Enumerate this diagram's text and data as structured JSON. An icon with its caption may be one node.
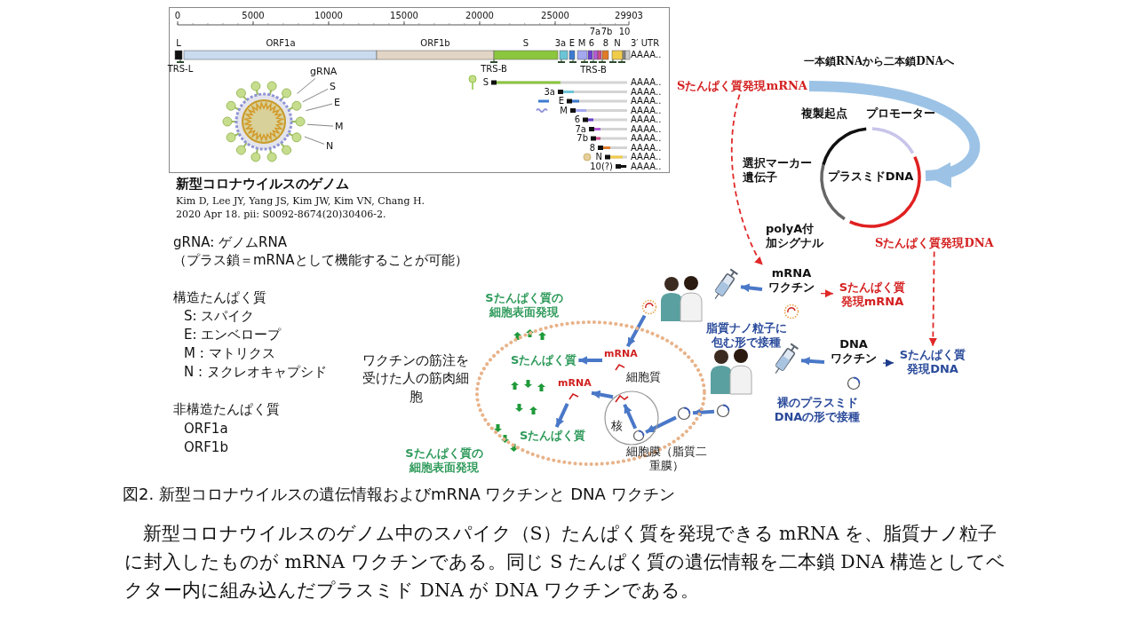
{
  "diagram": {
    "caption": "図2. 新型コロナウイルスの遺伝情報およびmRNA ワクチンと DNA ワクチン",
    "nodes": [
      {
        "text": [],
        "shape": "picture"
      },
      {
        "text": [
          "gRNA"
        ]
      },
      {
        "text": [
          "S"
        ]
      },
      {
        "text": [
          "E"
        ]
      },
      {
        "text": [
          "M"
        ]
      },
      {
        "text": [
          "N"
        ]
      },
      {
        "text": [
          "Sたんぱく質発現mRNA"
        ]
      },
      {
        "text": [
          "プラスミドDNA"
        ]
      },
      {
        "text": [
          "Sたんぱく質発現DNA"
        ]
      },
      {
        "text": [
          "mRNA ワクチン"
        ]
      },
      {
        "text": [
          "Sたんぱく質発現mRNA"
        ]
      },
      {
        "text": [],
        "shape": "picture"
      },
      {
        "text": [
          "DNA ワクチン"
        ]
      },
      {
        "text": [
          "Sたんぱく質発現DNA"
        ]
      },
      {
        "text": [],
        "shape": "picture"
      },
      {
        "text": [
          "細胞質",
          "細胞膜（脂質二重膜）"
        ]
      },
      {
        "text": [],
        "shape": "circle"
      },
      {
        "text": [
          "mRNA"
        ],
        "in": 15
      },
      {
        "text": [
          "Sたんぱく質"
        ],
        "in": 15
      },
      {
        "text": [],
        "shape": "circle"
      },
      {
        "text": [],
        "shape": "circle",
        "in": 15
      },
      {
        "text": [
          "核"
        ],
        "in": 15
      },
      {
        "text": [],
        "shape": "circle",
        "in": 21
      },
      {
        "text": [],
        "shape": "picture",
        "in": 21
      },
      {
        "text": [
          "mRNA"
        ],
        "in": 15
      },
      {
        "text": [
          "Sたんぱく質"
        ],
        "in": 15
      }
    ],
    "edges": [
      {
        "from": 1,
        "to": 0,
        "arrow": "none",
        "color": "#666666"
      },
      {
        "from": 2,
        "to": 0,
        "arrow": "none",
        "color": "#666666"
      },
      {
        "from": 3,
        "to": 0,
        "arrow": "none",
        "color": "#666666"
      },
      {
        "from": 4,
        "to": 0,
        "arrow": "none",
        "color": "#666666"
      },
      {
        "from": 5,
        "to": 0,
        "arrow": "none",
        "color": "#666666"
      },
      {
        "from": 6,
        "to": 9,
        "arrow": "to",
        "style": "dashed",
        "color": "#e02828"
      },
      {
        "from": 6,
        "to": 7,
        "arrow": "to",
        "label": "一本鎖RNAから二本鎖DNAへ",
        "style": "thick",
        "color": "#9cc3e6"
      },
      {
        "from": 8,
        "to": 13,
        "arrow": "to",
        "style": "dashed",
        "color": "#e02828"
      },
      {
        "from": 9,
        "to": 10,
        "arrow": "to",
        "color": "#e02828"
      },
      {
        "from": 9,
        "to": 11,
        "arrow": "to",
        "color": "#4a78c8"
      },
      {
        "from": 12,
        "to": 13,
        "arrow": "to",
        "color": "#1f3c8c"
      },
      {
        "from": 12,
        "to": 14,
        "arrow": "to",
        "color": "#4a78c8"
      },
      {
        "from": 16,
        "to": 17,
        "arrow": "to",
        "color": "#4a78c8"
      },
      {
        "from": 17,
        "to": 18,
        "arrow": "to",
        "color": "#4a78c8"
      },
      {
        "from": 19,
        "to": 20,
        "arrow": "to",
        "color": "#4a78c8"
      },
      {
        "from": 20,
        "to": 22,
        "arrow": "to",
        "color": "#4a78c8"
      },
      {
        "from": 22,
        "to": 23,
        "arrow": "to",
        "color": "#4a78c8"
      },
      {
        "from": 23,
        "to": 24,
        "arrow": "to",
        "color": "#4a78c8"
      },
      {
        "from": 24,
        "to": 25,
        "arrow": "to",
        "color": "#4a78c8"
      }
    ],
    "labels": [
      "0",
      "5000",
      "10000",
      "15000",
      "20000",
      "25000",
      "29903",
      "L",
      "ORF1a",
      "ORF1b",
      "S",
      "3a",
      "E",
      "M",
      "6",
      "7a",
      "7b",
      "8",
      "N",
      "10",
      "3′ UTR",
      "TRS-L",
      "TRS-B",
      "TRS-B",
      "S",
      "3a",
      "E",
      "M",
      "6",
      "7a",
      "7b",
      "8",
      "N",
      "10(?)",
      "AAAA..",
      "AAAA..",
      "AAAA..",
      "AAAA..",
      "AAAA..",
      "AAAA..",
      "AAAA..",
      "AAAA..",
      "AAAA..",
      "AAAA..",
      "AAAA..",
      "新型コロナウイルスのゲノム",
      "Kim D, Lee JY, Yang JS, Kim JW, Kim VN, Chang H.",
      "2020 Apr 18. pii: S0092-8674(20)30406-2.",
      "gRNA: ゲノムRNA",
      "（プラス鎖＝mRNAとして機能することが可能）",
      "構造たんぱく質",
      "S: スパイク",
      "E: エンベロープ",
      "M : マトリクス",
      "N : ヌクレオキャプシド",
      "非構造たんぱく質",
      "ORF1a",
      "ORF1b",
      "複製起点",
      "プロモーター",
      "選択マーカー遺伝子",
      "polyA付加シグナル",
      "脂質ナノ粒子に包む形で接種",
      "裸のプラスミドDNAの形で接種",
      "Sたんぱく質の細胞表面発現",
      "Sたんぱく質の細胞表面発現",
      "ワクチンの筋注を受けた人の筋肉細胞",
      "新型コロナウイルスのゲノム中のスパイク（S）たんぱく質を発現できる mRNA を、脂質ナノ粒子に封入したものが mRNA ワクチンである。同じ S たんぱく質の遺伝情報を二本鎖 DNA 構造としてベクター内に組み込んだプラスミド DNA が DNA ワクチンである。"
    ]
  }
}
